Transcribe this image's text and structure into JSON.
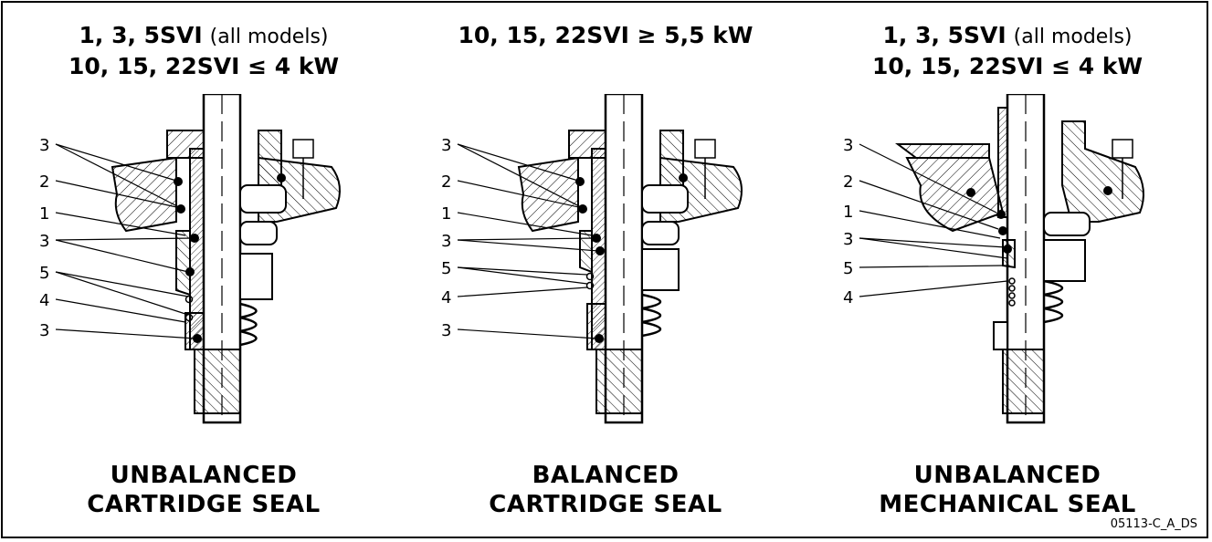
{
  "panels": [
    {
      "header_line1_bold": "1, 3, 5SVI",
      "header_line1_normal": "(all models)",
      "header_line2": "10, 15, 22SVI ≤ 4 kW",
      "footer_line1": "UNBALANCED",
      "footer_line2": "CARTRIDGE SEAL",
      "callouts": [
        "3",
        "2",
        "1",
        "3",
        "5",
        "4",
        "3"
      ]
    },
    {
      "header_line1_bold": "10, 15, 22SVI ≥ 5,5 kW",
      "header_line1_normal": "",
      "header_line2": "",
      "footer_line1": "BALANCED",
      "footer_line2": "CARTRIDGE SEAL",
      "callouts": [
        "3",
        "2",
        "1",
        "3",
        "5",
        "4",
        "3"
      ]
    },
    {
      "header_line1_bold": "1, 3, 5SVI",
      "header_line1_normal": "(all models)",
      "header_line2": "10, 15, 22SVI ≤ 4 kW",
      "footer_line1": "UNBALANCED",
      "footer_line2": "MECHANICAL SEAL",
      "callouts": [
        "3",
        "2",
        "1",
        "3",
        "5",
        "4"
      ]
    }
  ],
  "drawing_code": "05113-C_A_DS"
}
